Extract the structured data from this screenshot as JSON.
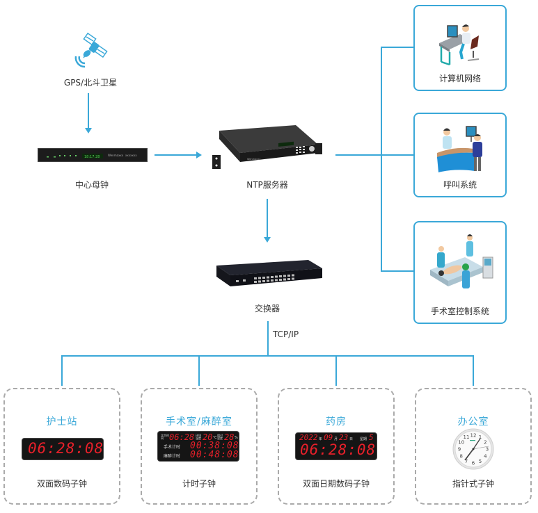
{
  "title": "NTP时钟同步系统拓扑",
  "accent_color": "#3aa8d8",
  "nodes": {
    "satellite": {
      "label": "GPS/北斗卫星",
      "icon": "satellite-icon"
    },
    "master_clock": {
      "label": "中心母钟",
      "icon": "rack-device-icon"
    },
    "ntp_server": {
      "label": "NTP服务器",
      "icon": "rack-server-icon"
    },
    "switch": {
      "label": "交换器",
      "icon": "network-switch-icon"
    },
    "protocol_label": "TCP/IP"
  },
  "systems": [
    {
      "label": "计算机网络",
      "icon": "computer-worker-icon"
    },
    {
      "label": "呼叫系统",
      "icon": "reception-desk-icon"
    },
    {
      "label": "手术室控制系统",
      "icon": "operating-room-icon"
    }
  ],
  "clients": [
    {
      "location": "护士站",
      "device": "双面数码子钟",
      "display": {
        "time": "06:28:08"
      }
    },
    {
      "location": "手术室/麻醉室",
      "device": "计时子钟",
      "display": {
        "row1_label": "北京时间",
        "row1_time": "06:28",
        "temp_label": "环境温度",
        "temp": "20",
        "temp_unit": "℃",
        "humidity_label": "相对湿度",
        "humidity": "28",
        "humidity_unit": "%",
        "row2_label": "手术计时",
        "row2_time": "00:38:08",
        "row3_label": "麻醉计时",
        "row3_time": "00:48:08"
      }
    },
    {
      "location": "药房",
      "device": "双面日期数码子钟",
      "display": {
        "year": "2022",
        "year_unit": "年",
        "month": "09",
        "month_unit": "月",
        "day": "23",
        "day_unit": "日",
        "weekday_label": "星期",
        "weekday": "5",
        "time": "06:28:08"
      }
    },
    {
      "location": "办公室",
      "device": "指针式子钟",
      "display": {
        "clock_numbers": [
          "12",
          "1",
          "2",
          "3",
          "4",
          "5",
          "6",
          "7",
          "8",
          "9",
          "10",
          "11"
        ]
      }
    }
  ]
}
